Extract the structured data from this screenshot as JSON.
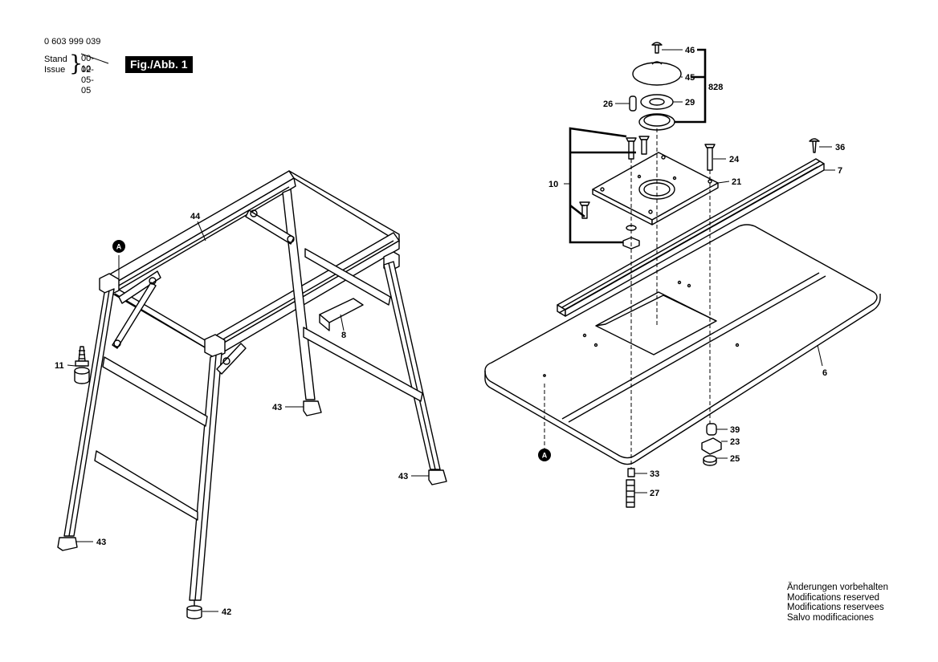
{
  "header": {
    "doc_number": "0 603 999 039",
    "stand_label": "Stand",
    "stand_date": "00-10",
    "issue_label": "Issue",
    "issue_date": "02-05-05",
    "figure": "Fig./Abb. 1"
  },
  "notes": [
    "Änderungen vorbehalten",
    "Modifications reserved",
    "Modifications reservees",
    "Salvo modificaciones"
  ],
  "markers": {
    "a_left": "A",
    "a_right": "A"
  },
  "labels": {
    "p44": "44",
    "p8": "8",
    "p11": "11",
    "p43a": "43",
    "p43b": "43",
    "p43c": "43",
    "p42": "42",
    "p46": "46",
    "p45": "45",
    "p828": "828",
    "p26": "26",
    "p29": "29",
    "p10": "10",
    "p24": "24",
    "p21": "21",
    "p36": "36",
    "p7": "7",
    "p6": "6",
    "p39": "39",
    "p23": "23",
    "p25": "25",
    "p33": "33",
    "p27": "27"
  }
}
